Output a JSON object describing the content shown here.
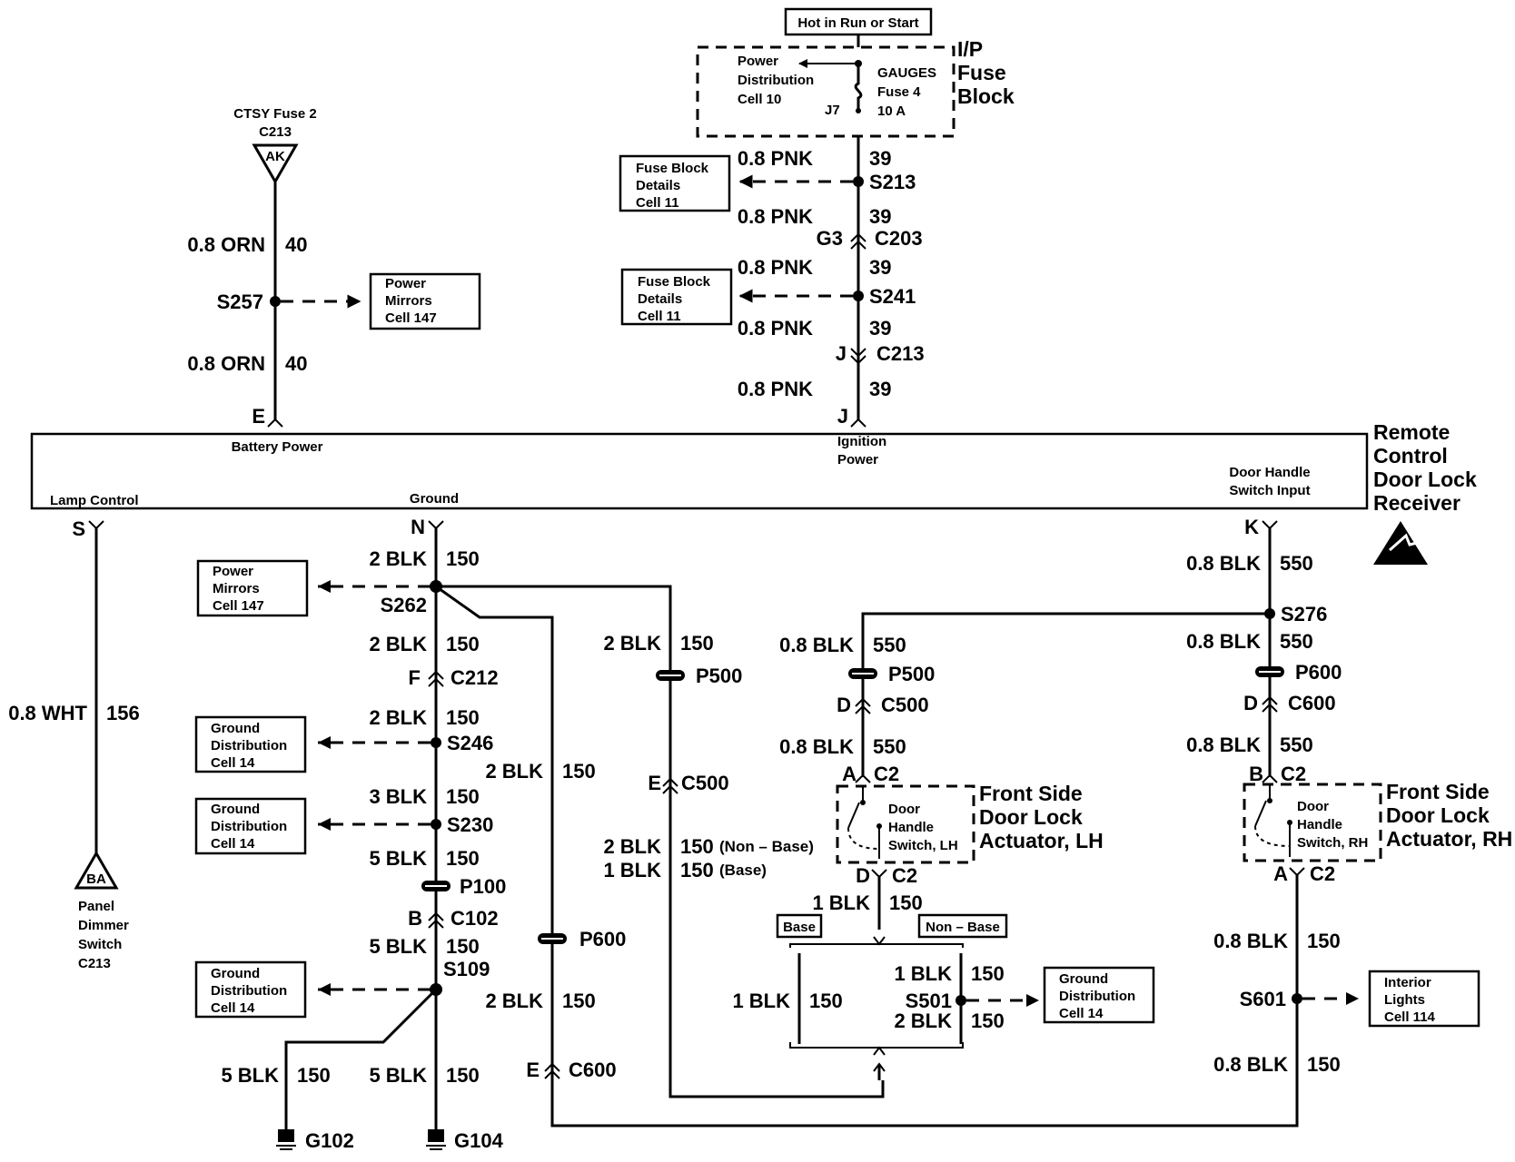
{
  "fuse_block": {
    "hot_label": "Hot in Run or Start",
    "title": [
      "I/P",
      "Fuse",
      "Block"
    ],
    "power_dist": [
      "Power",
      "Distribution",
      "Cell 10"
    ],
    "fuse": [
      "GAUGES",
      "Fuse 4",
      "10 A"
    ],
    "terminal": "J7"
  },
  "ctsy_fuse": {
    "name": "CTSY Fuse 2",
    "connector": "C213",
    "pin": "AK"
  },
  "battery_feed": {
    "wire_upper": "0.8 ORN",
    "circuit_upper": "40",
    "splice": "S257",
    "wire_lower": "0.8 ORN",
    "circuit_lower": "40",
    "pin": "E",
    "ref": [
      "Power",
      "Mirrors",
      "Cell 147"
    ]
  },
  "ignition_feed": {
    "wires": [
      "0.8 PNK",
      "0.8 PNK",
      "0.8 PNK",
      "0.8 PNK",
      "0.8 PNK"
    ],
    "circuit": "39",
    "s213": "S213",
    "s241": "S241",
    "g3": "G3",
    "c203": "C203",
    "j_c213": "J",
    "c213": "C213",
    "pin": "J",
    "ref1": [
      "Fuse Block",
      "Details",
      "Cell 11"
    ],
    "ref2": [
      "Fuse Block",
      "Details",
      "Cell 11"
    ]
  },
  "receiver": {
    "title": [
      "Remote",
      "Control",
      "Door Lock",
      "Receiver"
    ],
    "battery_power": "Battery Power",
    "ignition_power": [
      "Ignition",
      "Power"
    ],
    "lamp_control": "Lamp Control",
    "ground": "Ground",
    "door_handle_input": [
      "Door Handle",
      "Switch Input"
    ]
  },
  "lamp": {
    "pin": "S",
    "wire": "0.8 WHT",
    "circuit": "156",
    "dimmer_pin": "BA",
    "dimmer": [
      "Panel",
      "Dimmer",
      "Switch",
      "C213"
    ]
  },
  "ground_path": {
    "pin": "N",
    "w1": "2 BLK",
    "c1": "150",
    "s262": "S262",
    "w2": "2 BLK",
    "c2": "150",
    "f": "F",
    "c212": "C212",
    "w3": "2 BLK",
    "c3": "150",
    "s246": "S246",
    "w4": "3 BLK",
    "c4": "150",
    "s230": "S230",
    "w5": "5 BLK",
    "c5": "150",
    "p100": "P100",
    "b": "B",
    "c102": "C102",
    "w6": "5 BLK",
    "c6": "150",
    "s109": "S109",
    "w7": "5 BLK",
    "c7": "150",
    "w8": "5 BLK",
    "c8": "150",
    "g102": "G102",
    "g104": "G104",
    "ref_mirrors": [
      "Power",
      "Mirrors",
      "Cell 147"
    ],
    "ref_gd1": [
      "Ground",
      "Distribution",
      "Cell 14"
    ],
    "ref_gd2": [
      "Ground",
      "Distribution",
      "Cell 14"
    ],
    "ref_gd3": [
      "Ground",
      "Distribution",
      "Cell 14"
    ]
  },
  "branch_p600": {
    "w1": "2 BLK",
    "c1": "150",
    "p600": "P600",
    "w2": "2 BLK",
    "c2": "150",
    "e": "E",
    "c600": "C600"
  },
  "branch_p500": {
    "w1": "2 BLK",
    "c1": "150",
    "p500": "P500",
    "e": "E",
    "c500": "C500",
    "w_nonbase": "2 BLK",
    "c_nonbase": "150",
    "nonbase": "(Non – Base)",
    "w_base": "1 BLK",
    "c_base": "150",
    "base": "(Base)"
  },
  "lh_actuator": {
    "w1": "0.8 BLK",
    "c1": "550",
    "p500": "P500",
    "d": "D",
    "c500": "C500",
    "w2": "0.8 BLK",
    "c2": "550",
    "a": "A",
    "c2conn": "C2",
    "switch": [
      "Door",
      "Handle",
      "Switch, LH"
    ],
    "title": [
      "Front Side",
      "Door Lock",
      "Actuator, LH"
    ],
    "d2": "D",
    "c2b": "C2",
    "w3": "1 BLK",
    "c3": "150",
    "base_tag": "Base",
    "nonbase_tag": "Non – Base",
    "w_left": "1 BLK",
    "c_left": "150",
    "w_s501a": "1 BLK",
    "c_s501a": "150",
    "s501": "S501",
    "w_s501b": "2 BLK",
    "c_s501b": "150",
    "ref": [
      "Ground",
      "Distribution",
      "Cell 14"
    ]
  },
  "rh_actuator": {
    "pin": "K",
    "w1": "0.8 BLK",
    "c1": "550",
    "s276": "S276",
    "w2": "0.8 BLK",
    "c2": "550",
    "p600": "P600",
    "d": "D",
    "c600": "C600",
    "w3": "0.8 BLK",
    "c3": "550",
    "b": "B",
    "c2conn": "C2",
    "switch": [
      "Door",
      "Handle",
      "Switch, RH"
    ],
    "title": [
      "Front Side",
      "Door Lock",
      "Actuator, RH"
    ],
    "a": "A",
    "c2b": "C2",
    "w4": "0.8 BLK",
    "c4": "150",
    "s601": "S601",
    "w5": "0.8 BLK",
    "c5": "150",
    "ref": [
      "Interior",
      "Lights",
      "Cell 114"
    ]
  }
}
